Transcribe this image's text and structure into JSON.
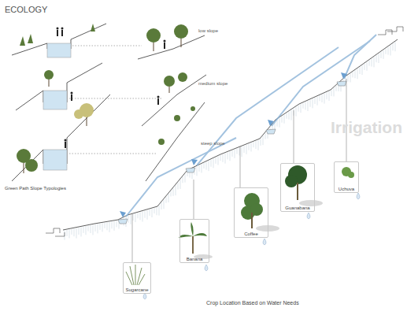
{
  "diagram": {
    "title": "ECOLOGY",
    "nodes": [
      {
        "text": [
          "Sugarcane"
        ]
      },
      {
        "text": [
          "Banana"
        ]
      },
      {
        "text": [
          "Coffee"
        ]
      },
      {
        "text": [
          "Guanabana"
        ]
      },
      {
        "text": [
          "Uchuva"
        ]
      }
    ],
    "labels": [
      "low slope",
      "medium slope",
      "steep slope",
      "Green Path Slope Typologies",
      "Irrigation",
      "Crop Location Based on Water Needs"
    ]
  }
}
